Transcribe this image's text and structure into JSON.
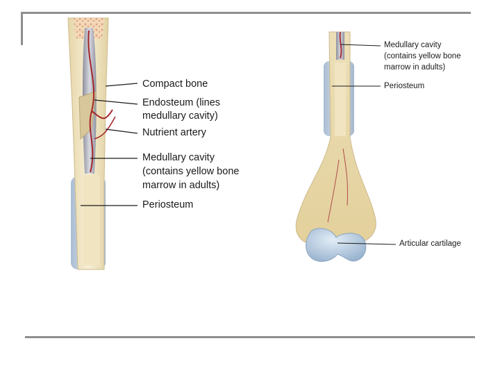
{
  "left_labels": {
    "compact_bone": "Compact bone",
    "endosteum_1": "Endosteum (lines",
    "endosteum_2": "medullary cavity)",
    "nutrient_artery": "Nutrient artery",
    "medullary_1": "Medullary cavity",
    "medullary_2": "(contains yellow bone",
    "medullary_3": "marrow in adults)",
    "periosteum": "Periosteum"
  },
  "right_labels": {
    "medullary_1": "Medullary cavity",
    "medullary_2": "(contains yellow bone",
    "medullary_3": "marrow in adults)",
    "periosteum": "Periosteum",
    "articular_cartilage": "Articular cartilage"
  },
  "colors": {
    "frame": "#8f8f8f",
    "bone": "#efe4c2",
    "cavity": "#c9cad4",
    "periosteum": "#c6d3e2",
    "artery": "#a3262a",
    "cartilage": "#b9cfe2"
  }
}
